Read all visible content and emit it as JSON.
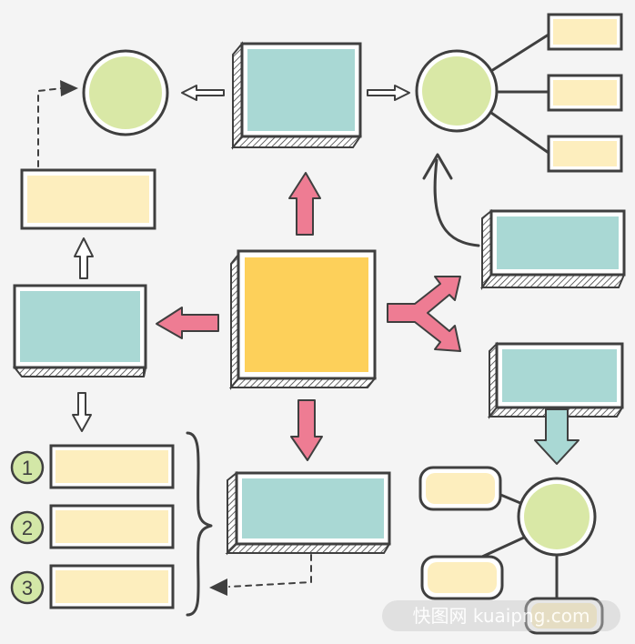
{
  "colors": {
    "background": "#f4f4f4",
    "ink": "#3f3f3f",
    "central": "#fdd05a",
    "teal": "#a9d8d4",
    "cream": "#fdeebe",
    "green": "#d9e8a6",
    "pink": "#ee7c93",
    "numBadge": "#d3e7a7"
  },
  "list": {
    "items": [
      {
        "number": "1"
      },
      {
        "number": "2"
      },
      {
        "number": "3"
      }
    ]
  },
  "watermark": {
    "text": "快图网 kuaipng.com"
  }
}
